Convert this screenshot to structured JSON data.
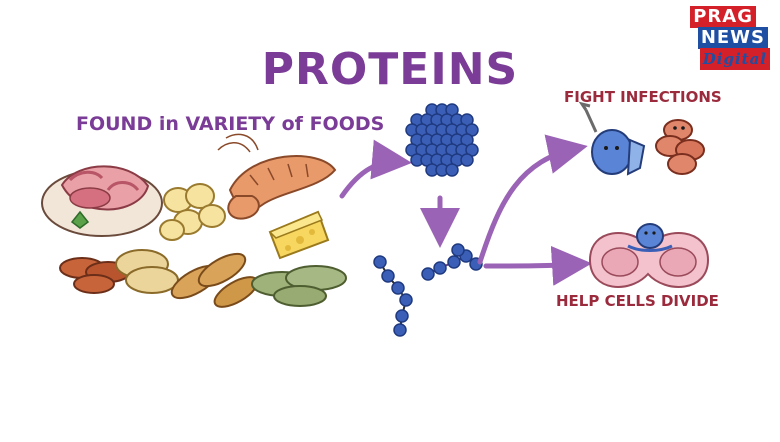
{
  "title": "PROTEINS",
  "foods_label": "FOUND in VARIETY of FOODS",
  "fight_label": "FIGHT INFECTIONS",
  "divide_label": "HELP CELLS DIVIDE",
  "logo": {
    "line1": "PRAG",
    "line2": "NEWS",
    "line3": "Digital"
  },
  "colors": {
    "title": "#7a3c96",
    "arrow": "#9b63b5",
    "protein": "#3b5fb7",
    "label_red": "#9a2a3c"
  }
}
